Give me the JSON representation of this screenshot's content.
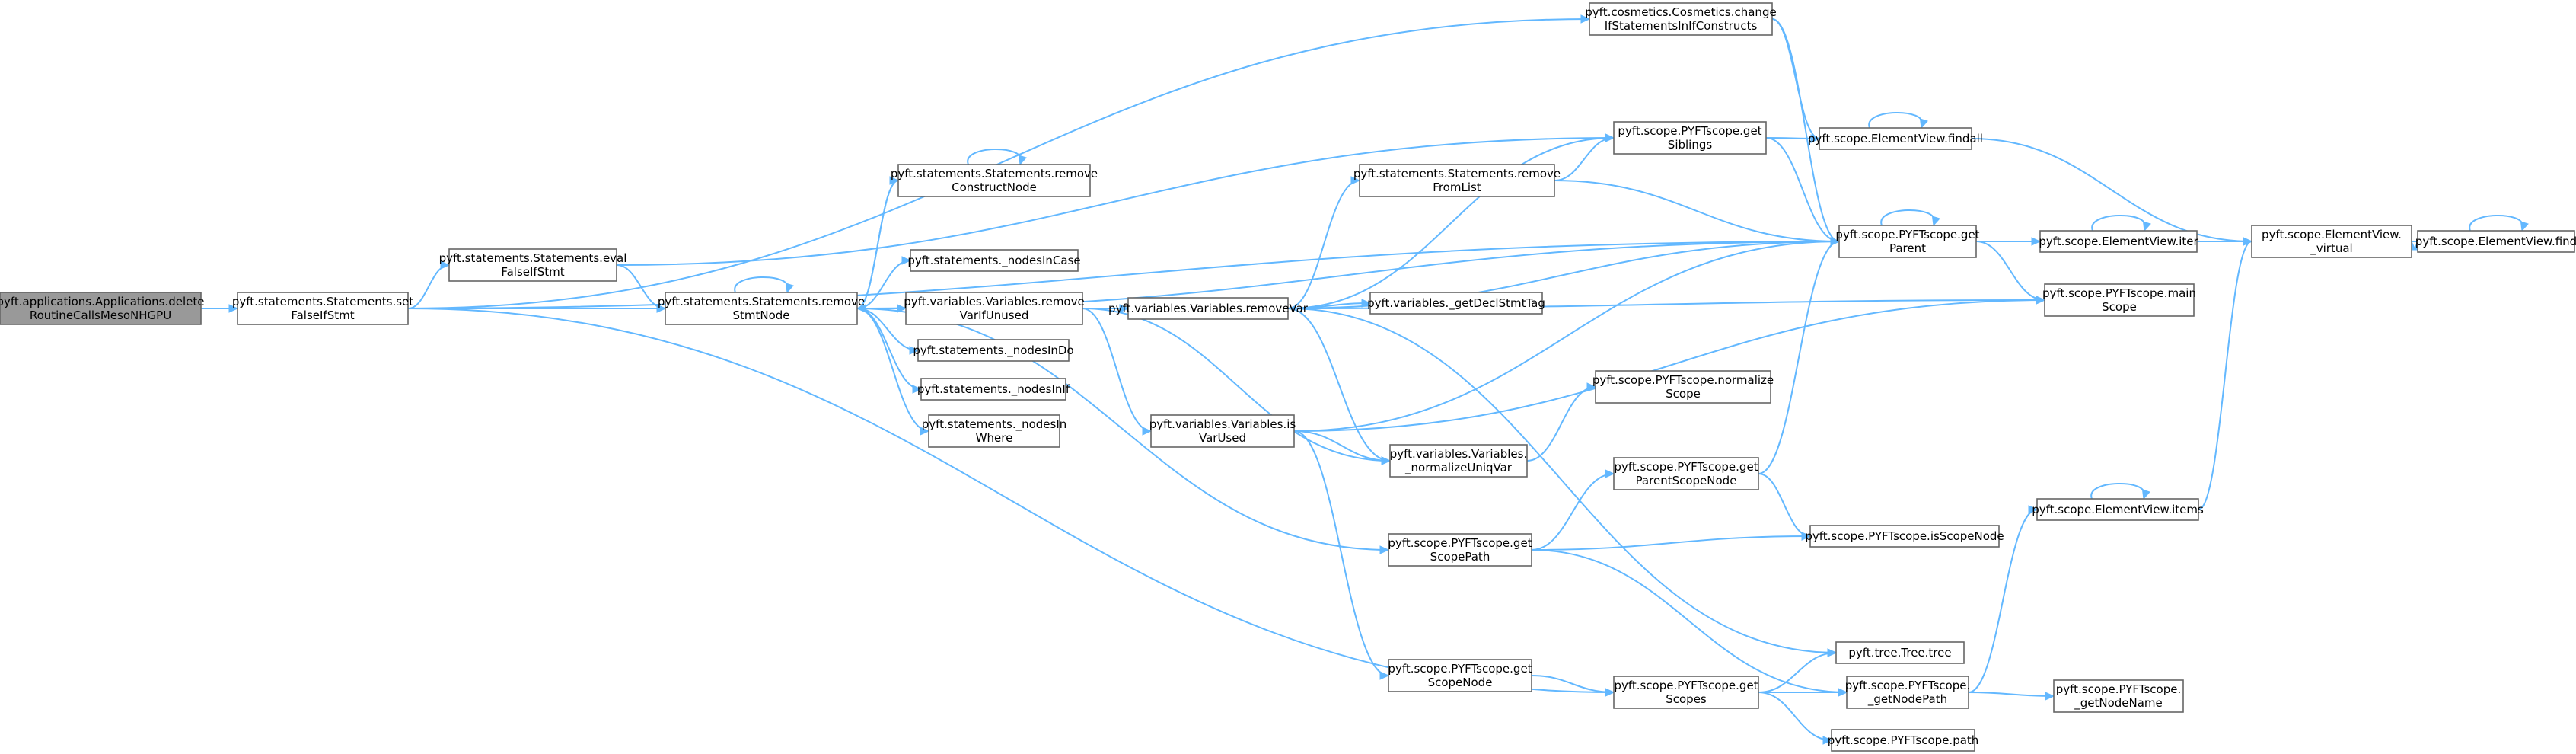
{
  "graph": {
    "title": "",
    "edge_color": "#63b8ff",
    "root_fill": "#999999",
    "node_border": "#666666",
    "nodes": [
      {
        "id": "root",
        "lines": [
          "pyft.applications.Applications.delete",
          "RoutineCallsMesoNHGPU"
        ],
        "root": true
      },
      {
        "id": "setFalse",
        "lines": [
          "pyft.statements.Statements.set",
          "FalseIfStmt"
        ]
      },
      {
        "id": "evalFalse",
        "lines": [
          "pyft.statements.Statements.eval",
          "FalseIfStmt"
        ]
      },
      {
        "id": "removeStmt",
        "lines": [
          "pyft.statements.Statements.remove",
          "StmtNode"
        ]
      },
      {
        "id": "removeConstruct",
        "lines": [
          "pyft.statements.Statements.remove",
          "ConstructNode"
        ]
      },
      {
        "id": "nodesInCase",
        "lines": [
          "pyft.statements._nodesInCase"
        ]
      },
      {
        "id": "removeVarIfUnused",
        "lines": [
          "pyft.variables.Variables.remove",
          "VarIfUnused"
        ]
      },
      {
        "id": "nodesInDo",
        "lines": [
          "pyft.statements._nodesInDo"
        ]
      },
      {
        "id": "nodesInIf",
        "lines": [
          "pyft.statements._nodesInIf"
        ]
      },
      {
        "id": "nodesInWhere",
        "lines": [
          "pyft.statements._nodesIn",
          "Where"
        ]
      },
      {
        "id": "changeIf",
        "lines": [
          "pyft.cosmetics.Cosmetics.change",
          "IfStatementsInIfConstructs"
        ]
      },
      {
        "id": "removeFromList",
        "lines": [
          "pyft.statements.Statements.remove",
          "FromList"
        ]
      },
      {
        "id": "removeVar",
        "lines": [
          "pyft.variables.Variables.removeVar"
        ]
      },
      {
        "id": "getDeclStmtTag",
        "lines": [
          "pyft.variables._getDeclStmtTag"
        ]
      },
      {
        "id": "isVarUsed",
        "lines": [
          "pyft.variables.Variables.is",
          "VarUsed"
        ]
      },
      {
        "id": "normalizeUniqVar",
        "lines": [
          "pyft.variables.Variables.",
          "_normalizeUniqVar"
        ]
      },
      {
        "id": "getScopePath",
        "lines": [
          "pyft.scope.PYFTscope.get",
          "ScopePath"
        ]
      },
      {
        "id": "getScopeNode",
        "lines": [
          "pyft.scope.PYFTscope.get",
          "ScopeNode"
        ]
      },
      {
        "id": "getSiblings",
        "lines": [
          "pyft.scope.PYFTscope.get",
          "Siblings"
        ]
      },
      {
        "id": "normalizeScope",
        "lines": [
          "pyft.scope.PYFTscope.normalize",
          "Scope"
        ]
      },
      {
        "id": "getParentScopeNode",
        "lines": [
          "pyft.scope.PYFTscope.get",
          "ParentScopeNode"
        ]
      },
      {
        "id": "getScopes",
        "lines": [
          "pyft.scope.PYFTscope.get",
          "Scopes"
        ]
      },
      {
        "id": "findall",
        "lines": [
          "pyft.scope.ElementView.findall"
        ]
      },
      {
        "id": "getParent",
        "lines": [
          "pyft.scope.PYFTscope.get",
          "Parent"
        ]
      },
      {
        "id": "isScopeNode",
        "lines": [
          "pyft.scope.PYFTscope.isScopeNode"
        ]
      },
      {
        "id": "tree",
        "lines": [
          "pyft.tree.Tree.tree"
        ]
      },
      {
        "id": "getNodePath",
        "lines": [
          "pyft.scope.PYFTscope.",
          "_getNodePath"
        ]
      },
      {
        "id": "path",
        "lines": [
          "pyft.scope.PYFTscope.path"
        ]
      },
      {
        "id": "iter",
        "lines": [
          "pyft.scope.ElementView.iter"
        ]
      },
      {
        "id": "mainScope",
        "lines": [
          "pyft.scope.PYFTscope.main",
          "Scope"
        ]
      },
      {
        "id": "items",
        "lines": [
          "pyft.scope.ElementView.items"
        ]
      },
      {
        "id": "getNodeName",
        "lines": [
          "pyft.scope.PYFTscope.",
          "_getNodeName"
        ]
      },
      {
        "id": "virtual",
        "lines": [
          "pyft.scope.ElementView.",
          "_virtual"
        ]
      },
      {
        "id": "find",
        "lines": [
          "pyft.scope.ElementView.find"
        ]
      }
    ],
    "edges": [
      [
        "root",
        "setFalse"
      ],
      [
        "setFalse",
        "evalFalse"
      ],
      [
        "setFalse",
        "removeStmt"
      ],
      [
        "setFalse",
        "changeIf"
      ],
      [
        "setFalse",
        "getParent"
      ],
      [
        "setFalse",
        "getScopes"
      ],
      [
        "evalFalse",
        "removeStmt"
      ],
      [
        "evalFalse",
        "getSiblings"
      ],
      [
        "removeStmt",
        "removeStmt"
      ],
      [
        "removeStmt",
        "removeConstruct"
      ],
      [
        "removeStmt",
        "nodesInCase"
      ],
      [
        "removeStmt",
        "removeVarIfUnused"
      ],
      [
        "removeStmt",
        "nodesInDo"
      ],
      [
        "removeStmt",
        "nodesInIf"
      ],
      [
        "removeStmt",
        "nodesInWhere"
      ],
      [
        "removeStmt",
        "getParent"
      ],
      [
        "removeStmt",
        "getScopePath"
      ],
      [
        "removeConstruct",
        "removeConstruct"
      ],
      [
        "removeConstruct",
        "removeStmt"
      ],
      [
        "removeVarIfUnused",
        "removeVar"
      ],
      [
        "removeVarIfUnused",
        "isVarUsed"
      ],
      [
        "removeVarIfUnused",
        "normalizeUniqVar"
      ],
      [
        "changeIf",
        "findall"
      ],
      [
        "changeIf",
        "getParent"
      ],
      [
        "removeVar",
        "removeFromList"
      ],
      [
        "removeVar",
        "getDeclStmtTag"
      ],
      [
        "removeVar",
        "getParent"
      ],
      [
        "removeVar",
        "getSiblings"
      ],
      [
        "removeVar",
        "mainScope"
      ],
      [
        "removeVar",
        "normalizeUniqVar"
      ],
      [
        "removeVar",
        "tree"
      ],
      [
        "removeFromList",
        "getSiblings"
      ],
      [
        "removeFromList",
        "getParent"
      ],
      [
        "isVarUsed",
        "normalizeUniqVar"
      ],
      [
        "isVarUsed",
        "getScopeNode"
      ],
      [
        "isVarUsed",
        "getParent"
      ],
      [
        "isVarUsed",
        "mainScope"
      ],
      [
        "normalizeUniqVar",
        "normalizeScope"
      ],
      [
        "getScopePath",
        "getParentScopeNode"
      ],
      [
        "getScopePath",
        "isScopeNode"
      ],
      [
        "getScopePath",
        "getNodePath"
      ],
      [
        "getScopeNode",
        "getScopes"
      ],
      [
        "getSiblings",
        "findall"
      ],
      [
        "getSiblings",
        "getParent"
      ],
      [
        "getParentScopeNode",
        "getParent"
      ],
      [
        "getParentScopeNode",
        "isScopeNode"
      ],
      [
        "getScopes",
        "tree"
      ],
      [
        "getScopes",
        "getNodePath"
      ],
      [
        "getScopes",
        "path"
      ],
      [
        "findall",
        "findall"
      ],
      [
        "findall",
        "virtual"
      ],
      [
        "getParent",
        "getParent"
      ],
      [
        "getParent",
        "iter"
      ],
      [
        "getParent",
        "mainScope"
      ],
      [
        "getNodePath",
        "items"
      ],
      [
        "getNodePath",
        "getNodeName"
      ],
      [
        "iter",
        "iter"
      ],
      [
        "iter",
        "virtual"
      ],
      [
        "items",
        "items"
      ],
      [
        "items",
        "virtual"
      ],
      [
        "virtual",
        "find"
      ],
      [
        "find",
        "find"
      ],
      [
        "find",
        "virtual"
      ]
    ]
  }
}
